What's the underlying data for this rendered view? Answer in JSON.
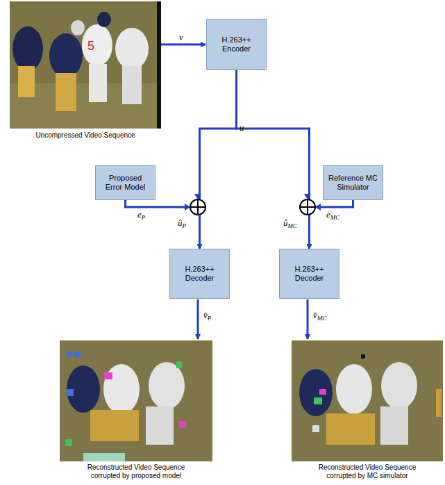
{
  "diagram": {
    "nodes": [
      {
        "text": [
          "H.263++ Encoder"
        ]
      },
      {
        "text": [
          "Proposed Error Model"
        ]
      },
      {
        "text": [
          "Reference MC Simulator"
        ]
      },
      {
        "text": [
          "H.263++ Decoder"
        ]
      },
      {
        "text": [
          "H.263++ Decoder"
        ]
      }
    ],
    "edges": [
      {
        "from": 0,
        "to": 3,
        "arrow": "to"
      },
      {
        "from": 0,
        "to": 4,
        "arrow": "to"
      },
      {
        "from": 1,
        "to": 3,
        "arrow": "to"
      },
      {
        "from": 2,
        "to": 4,
        "arrow": "to"
      }
    ],
    "labels": [
      "Uncompressed Video Sequence",
      "Reconstructed Video Sequence corrupted by proposed model",
      "Reconstructed Video Sequence corrupted by MC simulator",
      "v",
      "u",
      "eP",
      "ûP",
      "eMC",
      "ûMC",
      "v̂P",
      "v̂MC"
    ]
  }
}
